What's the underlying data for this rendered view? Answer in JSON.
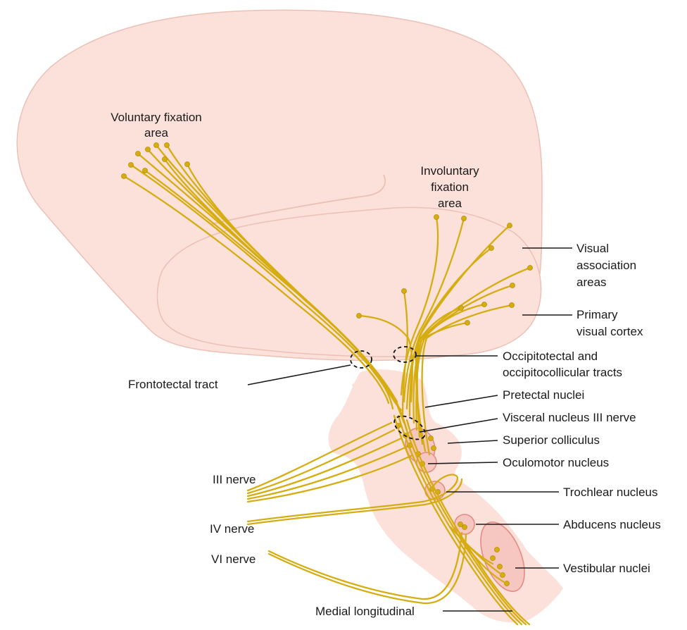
{
  "labels": {
    "voluntary_fixation_line1": "Voluntary fixation",
    "voluntary_fixation_line2": "area",
    "involuntary_fixation_line1": "Involuntary",
    "involuntary_fixation_line2": "fixation",
    "involuntary_fixation_line3": "area",
    "visual_association_line1": "Visual",
    "visual_association_line2": "association",
    "visual_association_line3": "areas",
    "primary_visual_line1": "Primary",
    "primary_visual_line2": "visual cortex",
    "occipitotectal_line1": "Occipitotectal and",
    "occipitotectal_line2": "occipitocollicular tracts",
    "frontotectal_tract": "Frontotectal tract",
    "pretectal_nuclei": "Pretectal nuclei",
    "visceral_nucleus": "Visceral nucleus III nerve",
    "superior_colliculus": "Superior colliculus",
    "oculomotor_nucleus": "Oculomotor nucleus",
    "iii_nerve": "III nerve",
    "trochlear_nucleus": "Trochlear nucleus",
    "iv_nerve": "IV nerve",
    "abducens_nucleus": "Abducens nucleus",
    "vi_nerve": "VI nerve",
    "vestibular_nuclei": "Vestibular nuclei",
    "medial_longitudinal": "Medial longitudinal"
  },
  "colors": {
    "brain_fill": "#fbe1da",
    "brain_stroke": "#ecc0b6",
    "brainstem_fill": "#fbe1da",
    "nucleus_fill": "#f6c7c0",
    "nucleus_stroke": "#e58a84",
    "fiber": "#d6ad10"
  }
}
